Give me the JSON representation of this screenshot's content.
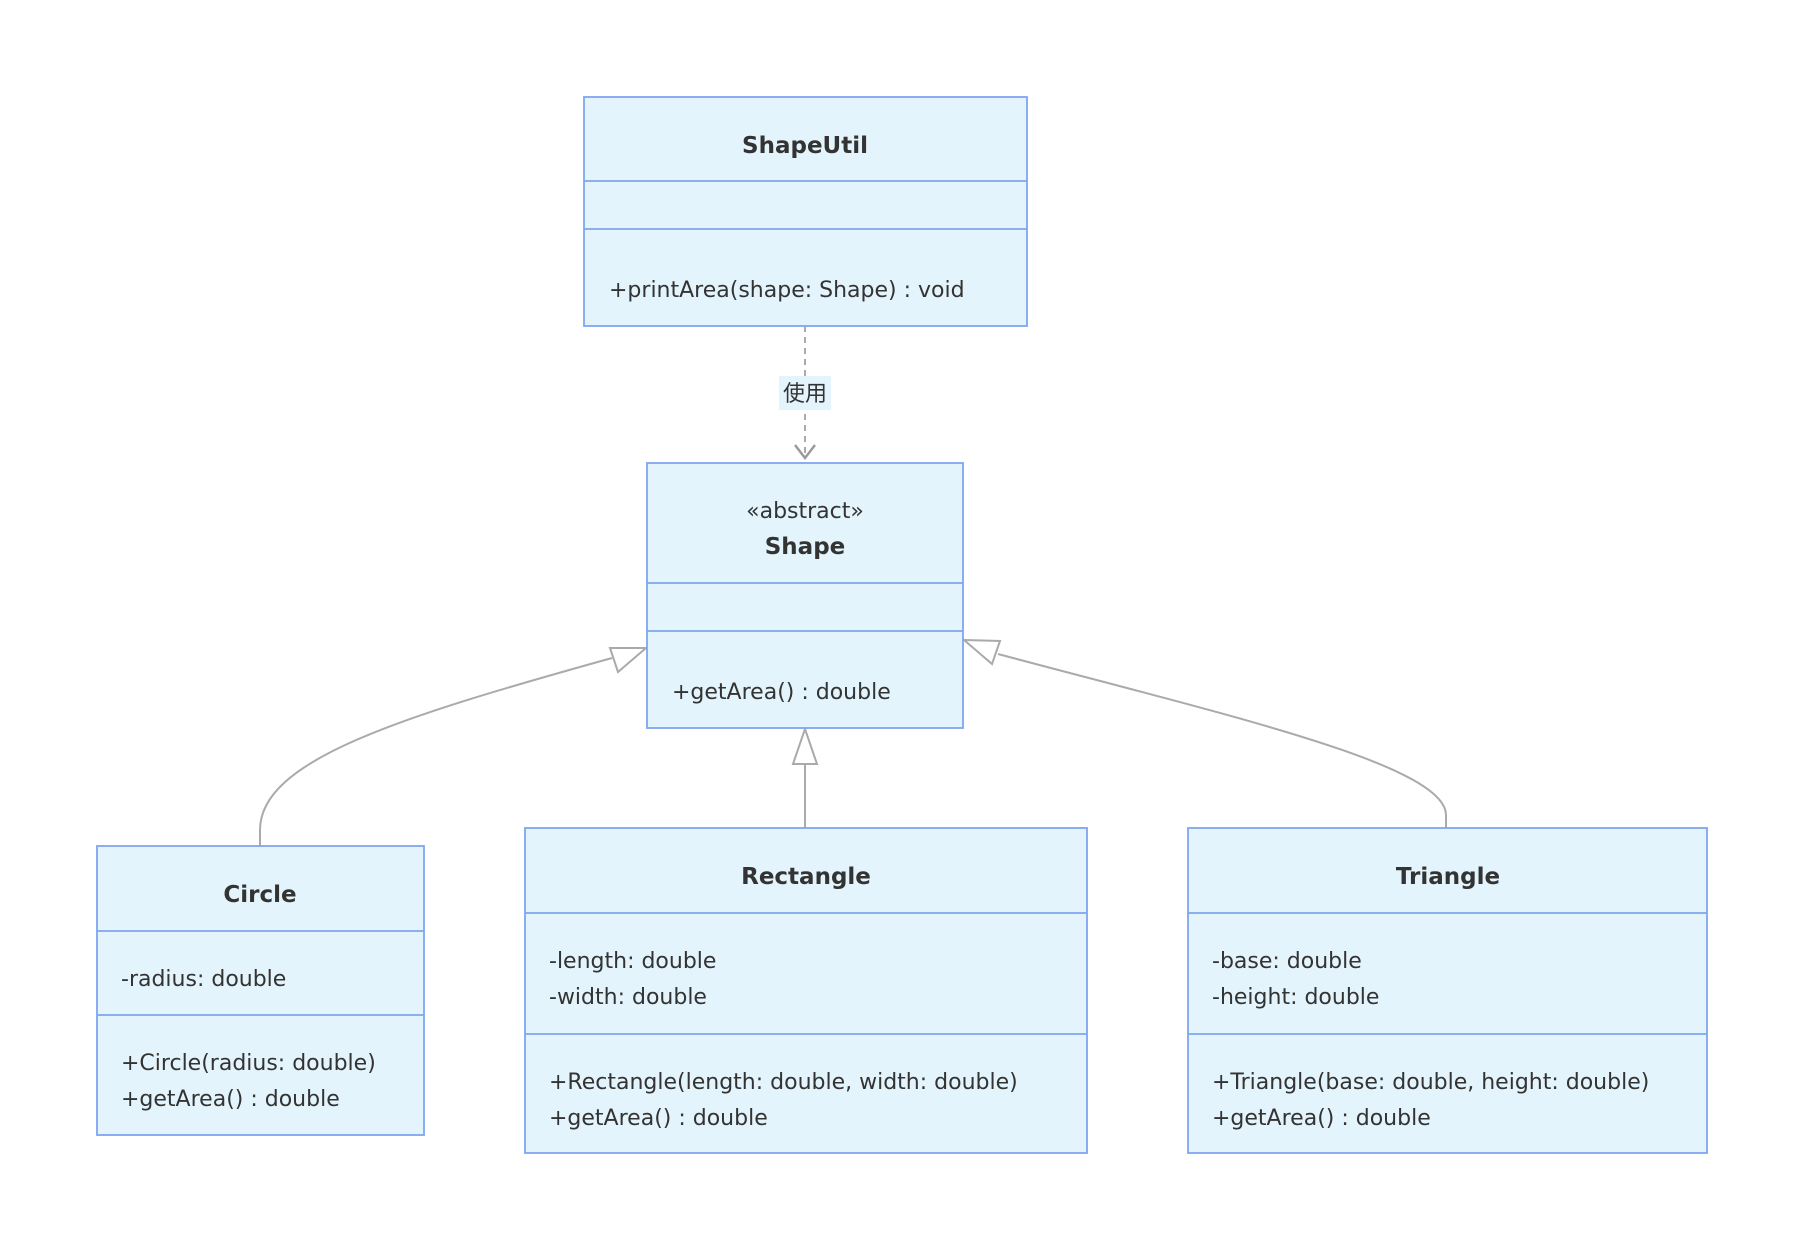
{
  "classes": {
    "shapeutil": {
      "name": "ShapeUtil",
      "attributes": [],
      "methods": [
        "+printArea(shape: Shape) : void"
      ]
    },
    "shape": {
      "stereotype": "«abstract»",
      "name": "Shape",
      "attributes": [],
      "methods": [
        "+getArea() : double"
      ]
    },
    "circle": {
      "name": "Circle",
      "attributes": [
        "-radius: double"
      ],
      "methods": [
        "+Circle(radius: double)",
        "+getArea() : double"
      ]
    },
    "rectangle": {
      "name": "Rectangle",
      "attributes": [
        "-length: double",
        "-width: double"
      ],
      "methods": [
        "+Rectangle(length: double, width: double)",
        "+getArea() : double"
      ]
    },
    "triangle": {
      "name": "Triangle",
      "attributes": [
        "-base: double",
        "-height: double"
      ],
      "methods": [
        "+Triangle(base: double, height: double)",
        "+getArea() : double"
      ]
    }
  },
  "relations": {
    "uses_label": "使用"
  },
  "colors": {
    "box_fill": "#e4f4fc",
    "box_stroke": "#7da6ee",
    "edge": "#aaaaaa",
    "text": "#333333"
  }
}
